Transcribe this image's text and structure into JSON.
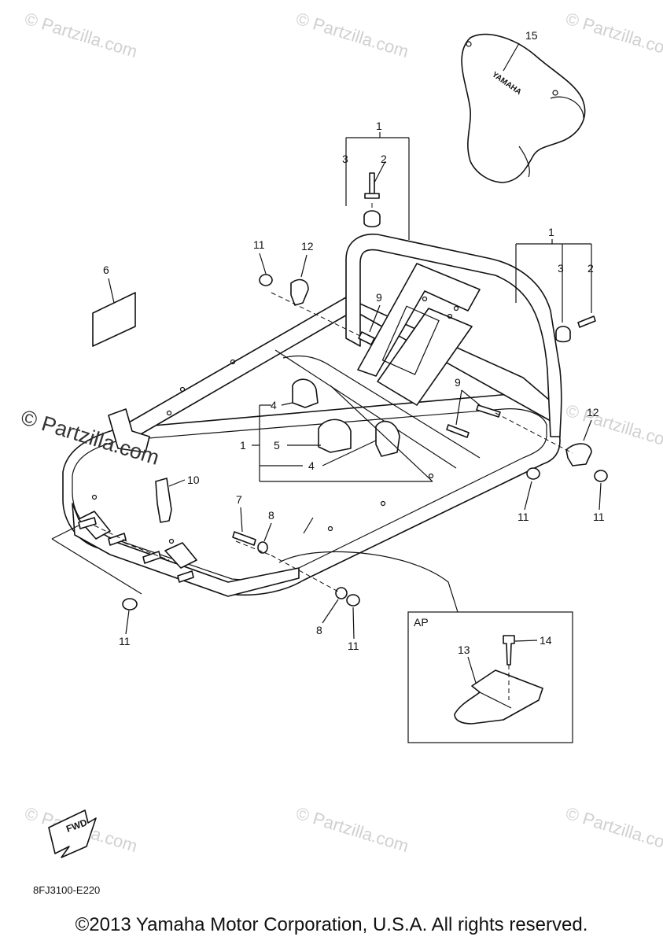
{
  "watermark": "© Partzilla.com",
  "watermark_large": "© Partzilla.com",
  "callouts": {
    "c1": "1",
    "c2": "2",
    "c3": "3",
    "c4": "4",
    "c5": "5",
    "c6": "6",
    "c7": "7",
    "c8": "8",
    "c9": "9",
    "c10": "10",
    "c11": "11",
    "c12": "12",
    "c13": "13",
    "c14": "14",
    "c15": "15"
  },
  "inset_label": "AP",
  "fwd_label": "FWD",
  "pad_logo": "YAMAHA",
  "diagram_code": "8FJ3100-E220",
  "copyright": "©2013 Yamaha Motor Corporation, U.S.A. All rights reserved."
}
